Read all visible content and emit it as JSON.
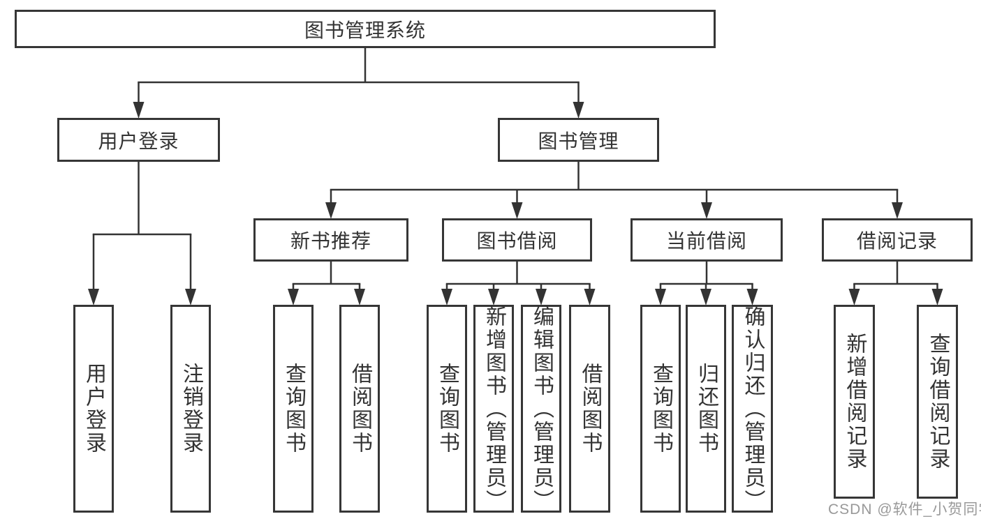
{
  "tree": {
    "root": {
      "label": "图书管理系统",
      "children": [
        {
          "label": "用户登录",
          "children": [
            {
              "label": "用户登录"
            },
            {
              "label": "注销登录"
            }
          ]
        },
        {
          "label": "图书管理",
          "children": [
            {
              "label": "新书推荐",
              "children": [
                {
                  "label": "查询图书"
                },
                {
                  "label": "借阅图书"
                }
              ]
            },
            {
              "label": "图书借阅",
              "children": [
                {
                  "label": "查询图书"
                },
                {
                  "label": "新增图书（管理员）"
                },
                {
                  "label": "编辑图书（管理员）"
                },
                {
                  "label": "借阅图书"
                }
              ]
            },
            {
              "label": "当前借阅",
              "children": [
                {
                  "label": "查询图书"
                },
                {
                  "label": "归还图书"
                },
                {
                  "label": "确认归还（管理员）"
                }
              ]
            },
            {
              "label": "借阅记录",
              "children": [
                {
                  "label": "新增借阅记录"
                },
                {
                  "label": "查询借阅记录"
                }
              ]
            }
          ]
        }
      ]
    }
  },
  "watermark": "CSDN @软件_小贺同学",
  "colors": {
    "line": "#333333",
    "border": "#363636",
    "text": "#333333",
    "watermark": "#949494"
  }
}
